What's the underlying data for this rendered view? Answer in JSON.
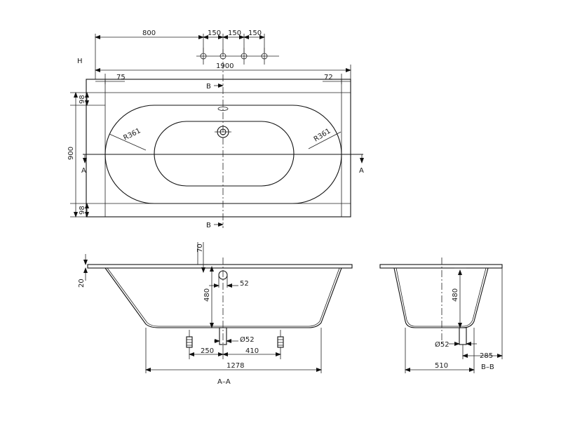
{
  "colors": {
    "line": "#111111",
    "background": "#ffffff"
  },
  "top_view": {
    "label_h": "H",
    "dims": {
      "d800": "800",
      "d150_a": "150",
      "d150_b": "150",
      "d150_c": "150",
      "d1900": "1900",
      "d75": "75",
      "d72": "72",
      "d98_top": "98",
      "d900": "900",
      "d98_bottom": "98",
      "r361_left": "R361",
      "r361_right": "R361"
    },
    "section_marks": {
      "b_top": "B",
      "b_bottom": "B",
      "a_left": "A",
      "a_right": "A"
    }
  },
  "section_aa": {
    "title": "A–A",
    "dims": {
      "d70": "70",
      "d20": "20",
      "d52": "52",
      "d480": "480",
      "phi52": "Ø52",
      "d250": "250",
      "d410": "410",
      "d1278": "1278"
    }
  },
  "section_bb": {
    "title": "B–B",
    "dims": {
      "d480": "480",
      "phi52": "Ø52",
      "d285": "285",
      "d510": "510"
    }
  }
}
